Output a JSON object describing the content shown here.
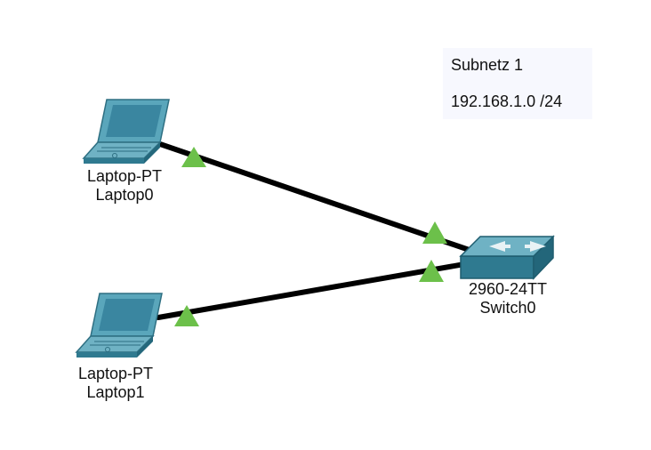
{
  "note": {
    "line1": "Subnetz 1",
    "line2": "192.168.1.0 /24"
  },
  "devices": {
    "laptop0": {
      "model": "Laptop-PT",
      "name": "Laptop0"
    },
    "laptop1": {
      "model": "Laptop-PT",
      "name": "Laptop1"
    },
    "switch0": {
      "model": "2960-24TT",
      "name": "Switch0"
    }
  },
  "links": [
    {
      "from": "Laptop0",
      "to": "Switch0",
      "status": "up"
    },
    {
      "from": "Laptop1",
      "to": "Switch0",
      "status": "up"
    }
  ],
  "colors": {
    "cable": "#000000",
    "link_up": "#6cc04a",
    "device_teal": "#4a94aa",
    "note_bg": "#f7f8fe"
  }
}
